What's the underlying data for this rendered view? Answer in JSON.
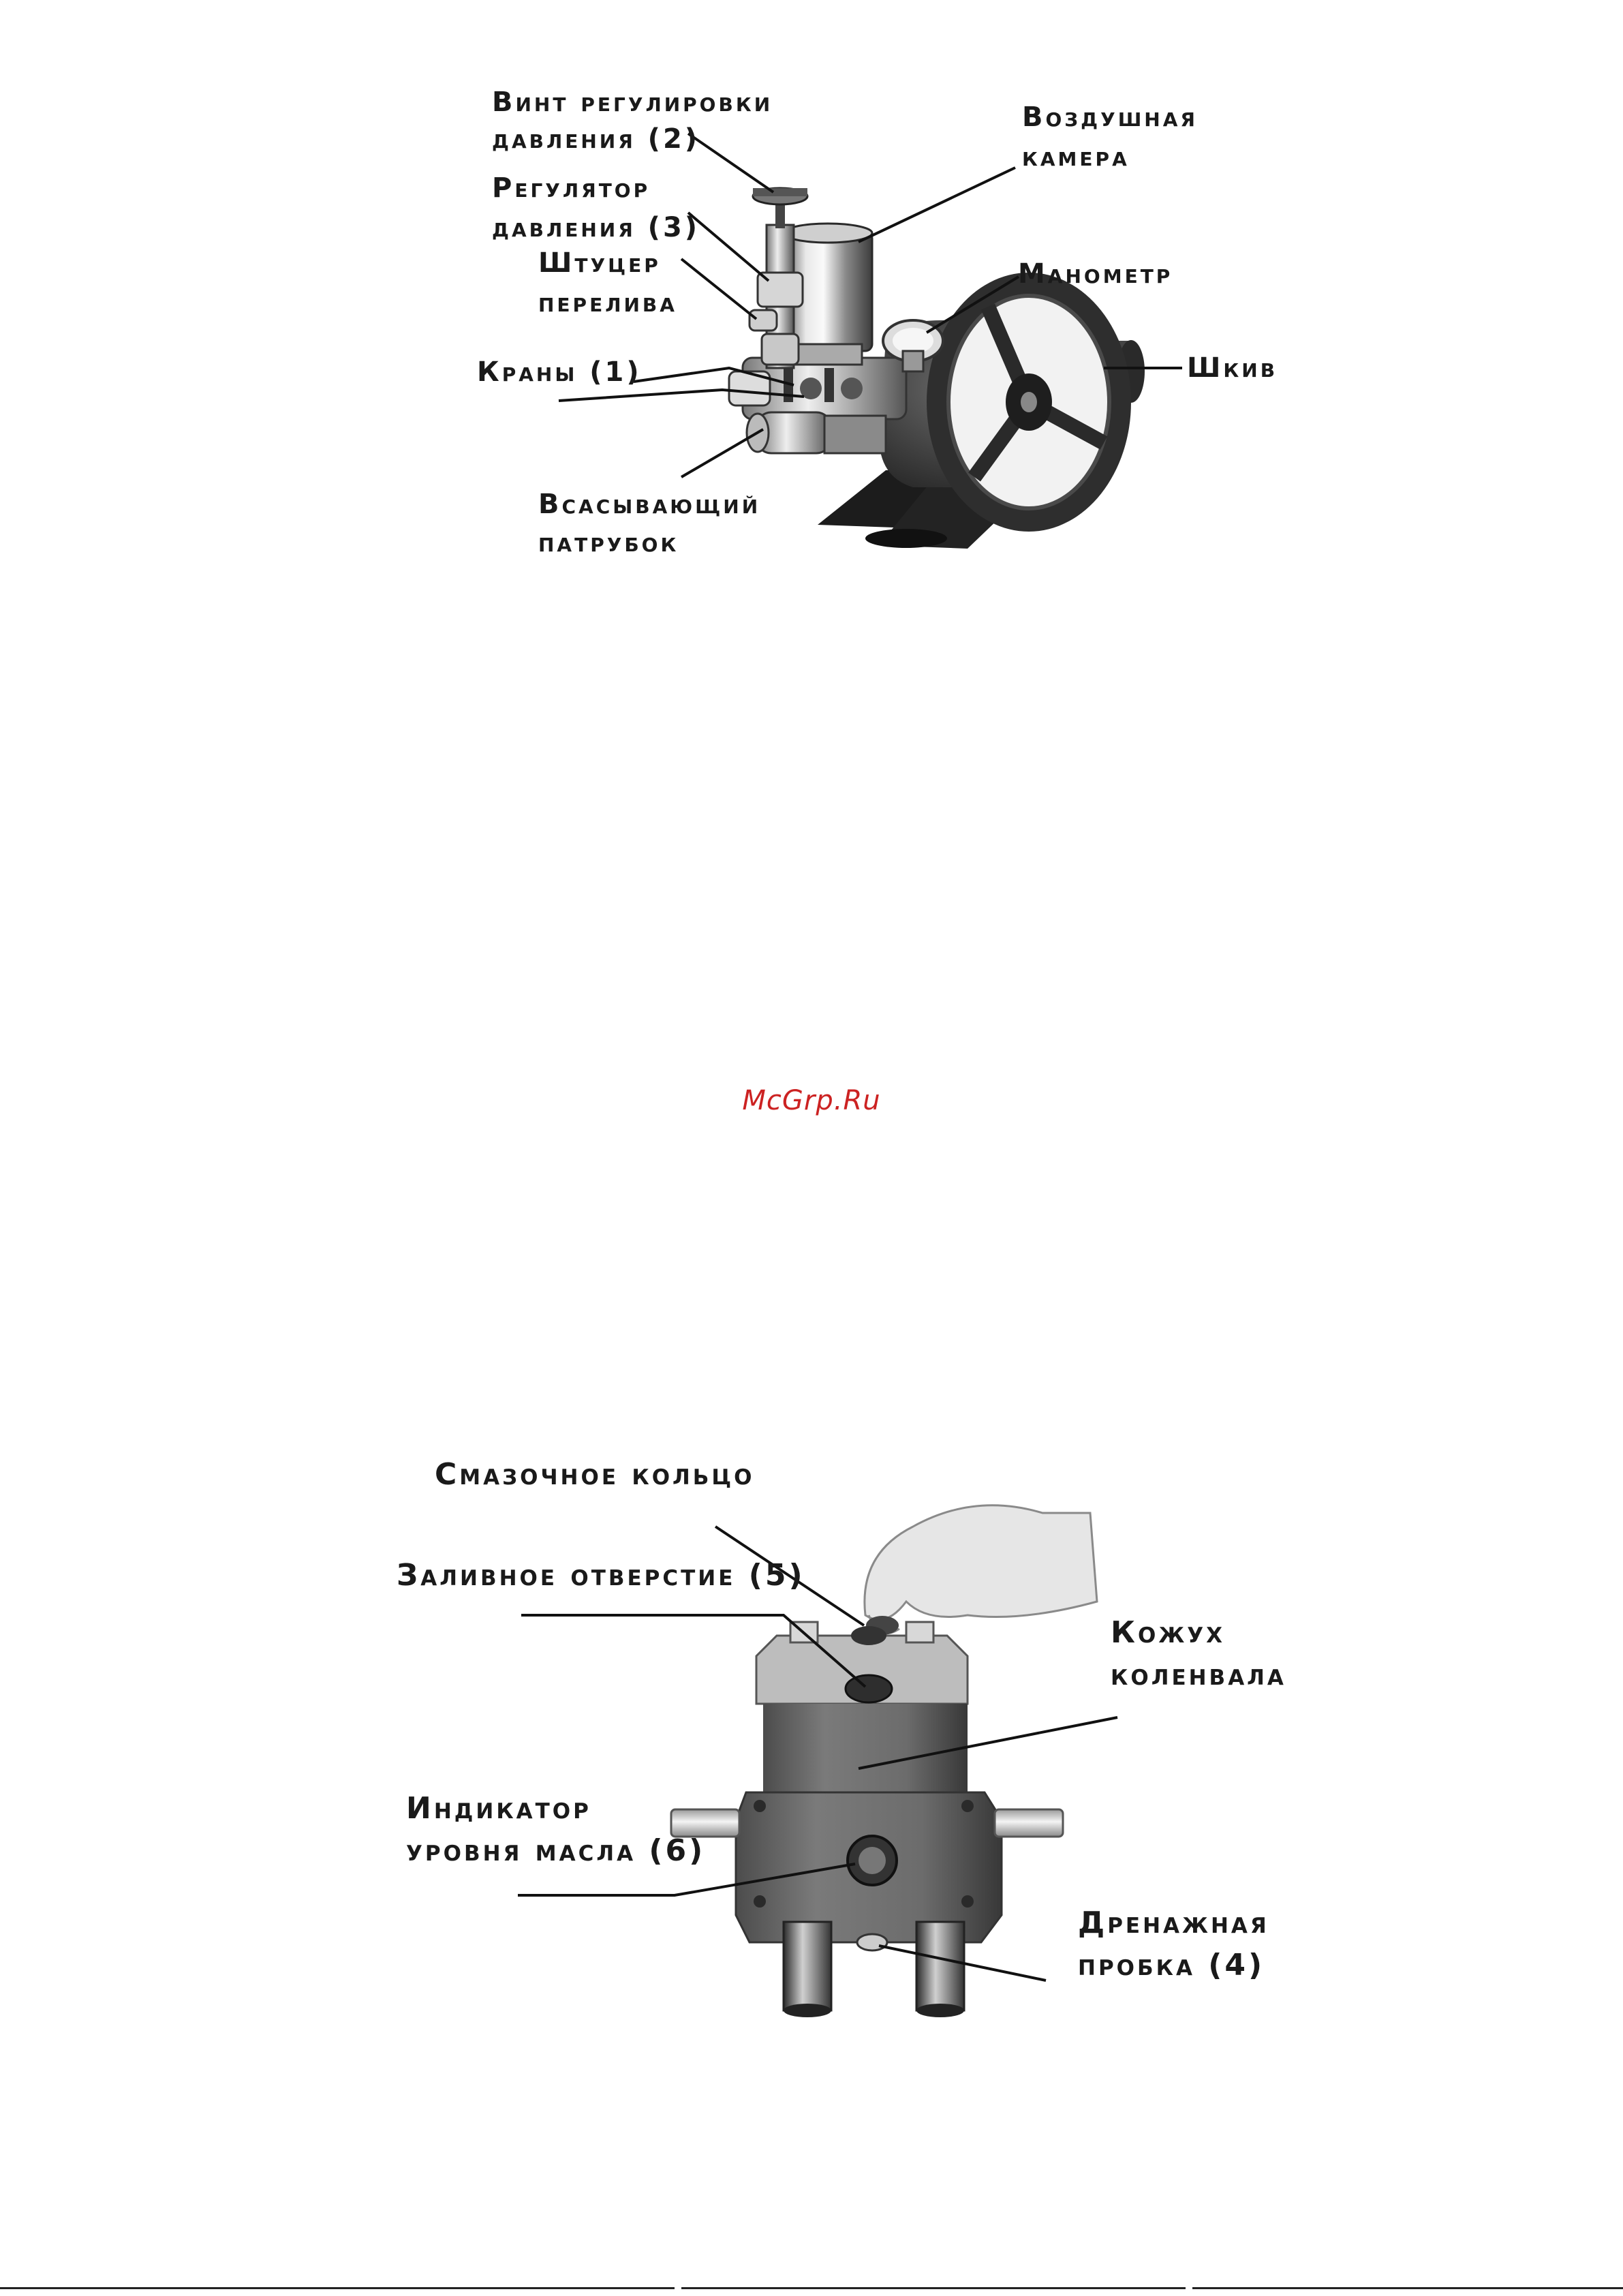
{
  "top_figure": {
    "labels": {
      "pressure_screw_1": "Винт регулировки",
      "pressure_screw_2": "давления (2)",
      "pressure_regulator_1": "Регулятор",
      "pressure_regulator_2": "давления (3)",
      "overflow_fitting_1": "Штуцер",
      "overflow_fitting_2": "перелива",
      "valves": "Краны (1)",
      "suction_pipe_1": "Всасывающий",
      "suction_pipe_2": "патрубок",
      "air_chamber_1": "Воздушная",
      "air_chamber_2": "камера",
      "manometer": "Манометр",
      "pulley": "Шкив"
    }
  },
  "watermark": "McGrp.Ru",
  "bottom_figure": {
    "labels": {
      "lubrication_ring": "Смазочное кольцо",
      "filler_hole": "Заливное отверстие (5)",
      "crankshaft_housing_1": "Кожух",
      "crankshaft_housing_2": "коленвала",
      "oil_level_indicator_1": "Индикатор",
      "oil_level_indicator_2": "уровня масла (6)",
      "drain_plug_1": "Дренажная",
      "drain_plug_2": "пробка (4)"
    }
  },
  "colors": {
    "label_text": "#1a1a1a",
    "watermark": "#cc2222",
    "steel_light": "#d8d8d8",
    "steel_dark": "#3a3a3a",
    "casting": "#5a5a5a"
  }
}
